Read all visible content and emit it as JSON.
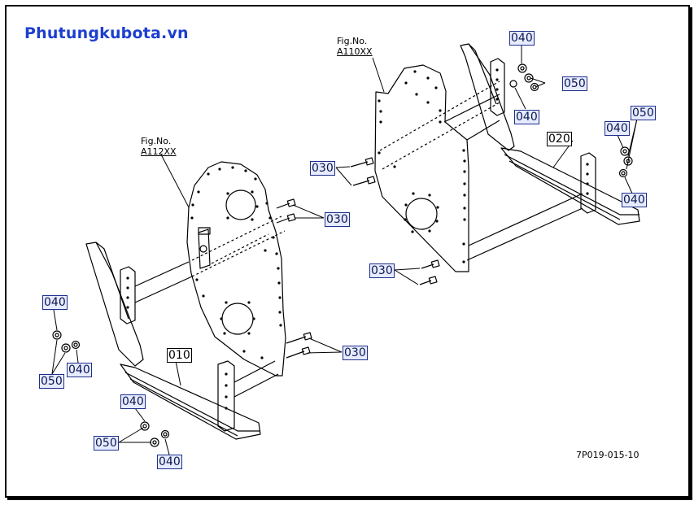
{
  "brand": {
    "text": "Phutungkubota.vn",
    "color": "#1d3fcf"
  },
  "figures": [
    {
      "label": "Fig.No.",
      "number": "A112XX"
    },
    {
      "label": "Fig.No.",
      "number": "A110XX"
    }
  ],
  "drawing_code": "7P019-015-10",
  "part_tags": [
    {
      "code": "040"
    },
    {
      "code": "050"
    },
    {
      "code": "040"
    },
    {
      "code": "030"
    },
    {
      "code": "020"
    },
    {
      "code": "040"
    },
    {
      "code": "050"
    },
    {
      "code": "040"
    },
    {
      "code": "030"
    },
    {
      "code": "030"
    },
    {
      "code": "040"
    },
    {
      "code": "050"
    },
    {
      "code": "040"
    },
    {
      "code": "010"
    },
    {
      "code": "030"
    },
    {
      "code": "040"
    },
    {
      "code": "050"
    },
    {
      "code": "040"
    }
  ]
}
